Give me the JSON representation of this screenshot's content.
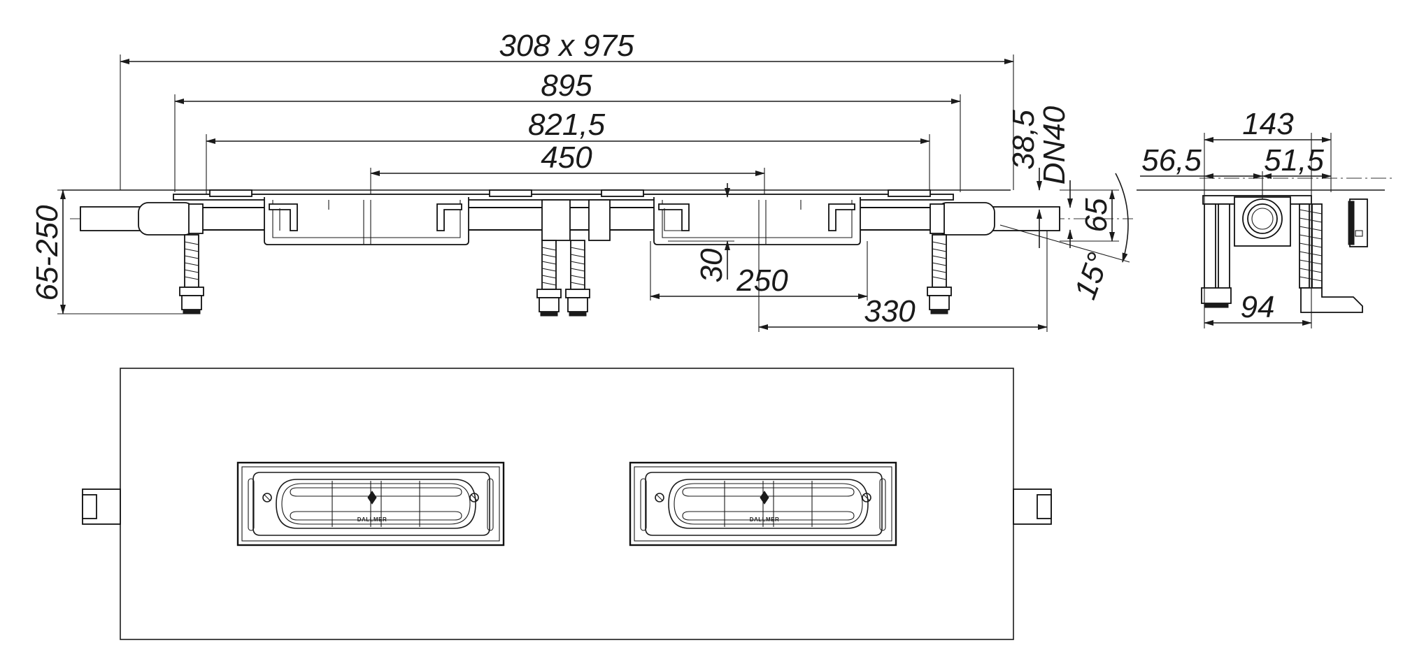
{
  "dimensions": {
    "overall": "308 x 975",
    "d895": "895",
    "d821": "821,5",
    "d450": "450",
    "d385": "38,5",
    "dn40": "DN40",
    "d65": "65",
    "d65_250": "65-250",
    "d30": "30",
    "d250": "250",
    "d330": "330",
    "angle": "15°",
    "d143": "143",
    "d565": "56,5",
    "d515": "51,5",
    "d94": "94"
  },
  "brand": {
    "left_grate": "DALLMER",
    "right_grate": "DALLMER"
  },
  "colors": {
    "line": "#1a1a1a",
    "background": "#ffffff"
  }
}
